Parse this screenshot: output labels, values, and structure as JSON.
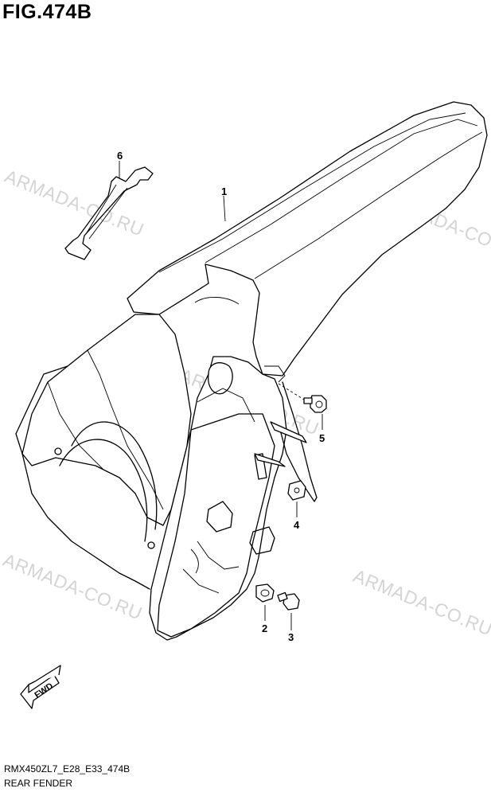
{
  "figure": {
    "title": "FIG.474B"
  },
  "callouts": [
    {
      "id": "1",
      "label": "1"
    },
    {
      "id": "2",
      "label": "2"
    },
    {
      "id": "3",
      "label": "3"
    },
    {
      "id": "4",
      "label": "4"
    },
    {
      "id": "5",
      "label": "5"
    },
    {
      "id": "6",
      "label": "6"
    }
  ],
  "watermark": {
    "text": "ARMADA-CO.RU"
  },
  "fwd_arrow": {
    "label": "FWD"
  },
  "footer": {
    "model_code": "RMX450ZL7_E28_E33_474B",
    "part_name": "REAR FENDER"
  }
}
